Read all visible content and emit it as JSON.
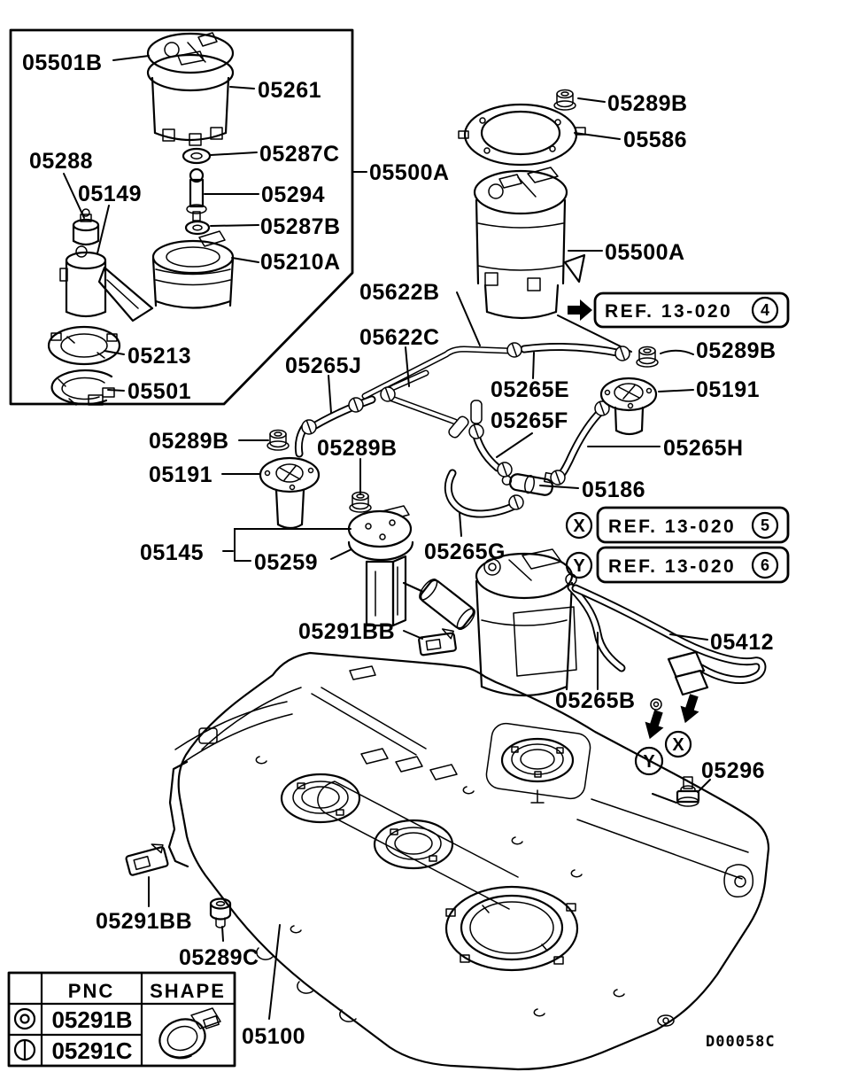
{
  "diagram_code": "D00058C",
  "colors": {
    "line": "#000000",
    "background": "#ffffff"
  },
  "labels": [
    {
      "id": "05501B",
      "text": "05501B"
    },
    {
      "id": "05261",
      "text": "05261"
    },
    {
      "id": "05287C",
      "text": "05287C"
    },
    {
      "id": "05288",
      "text": "05288"
    },
    {
      "id": "05149",
      "text": "05149"
    },
    {
      "id": "05294",
      "text": "05294"
    },
    {
      "id": "05287B",
      "text": "05287B"
    },
    {
      "id": "05210A",
      "text": "05210A"
    },
    {
      "id": "05213",
      "text": "05213"
    },
    {
      "id": "05501",
      "text": "05501"
    },
    {
      "id": "05500A-inset",
      "text": "05500A"
    },
    {
      "id": "05289B-top",
      "text": "05289B"
    },
    {
      "id": "05586",
      "text": "05586"
    },
    {
      "id": "05500A",
      "text": "05500A"
    },
    {
      "id": "05289B-right",
      "text": "05289B"
    },
    {
      "id": "05191-right",
      "text": "05191"
    },
    {
      "id": "05265H",
      "text": "05265H"
    },
    {
      "id": "05622B",
      "text": "05622B"
    },
    {
      "id": "05622C",
      "text": "05622C"
    },
    {
      "id": "05265J",
      "text": "05265J"
    },
    {
      "id": "05265E",
      "text": "05265E"
    },
    {
      "id": "05265F",
      "text": "05265F"
    },
    {
      "id": "05289B-midleft",
      "text": "05289B"
    },
    {
      "id": "05289B-center",
      "text": "05289B"
    },
    {
      "id": "05191-left",
      "text": "05191"
    },
    {
      "id": "05186",
      "text": "05186"
    },
    {
      "id": "05265G",
      "text": "05265G"
    },
    {
      "id": "05145",
      "text": "05145"
    },
    {
      "id": "05259",
      "text": "05259"
    },
    {
      "id": "05291BB-upper",
      "text": "05291BB"
    },
    {
      "id": "05412",
      "text": "05412"
    },
    {
      "id": "05265B",
      "text": "05265B"
    },
    {
      "id": "05296",
      "text": "05296"
    },
    {
      "id": "05291BB-lower",
      "text": "05291BB"
    },
    {
      "id": "05289C",
      "text": "05289C"
    },
    {
      "id": "05100",
      "text": "05100"
    }
  ],
  "ref_boxes": [
    {
      "marker": "",
      "label": "REF. 13-020",
      "num": "4"
    },
    {
      "marker": "X",
      "label": "REF. 13-020",
      "num": "5"
    },
    {
      "marker": "Y",
      "label": "REF. 13-020",
      "num": "6"
    }
  ],
  "location_markers": {
    "x": "X",
    "y": "Y"
  },
  "icons": {
    "ref_arrow": "black-right-arrow",
    "locator_arrow": "black-down-arrow",
    "nut": "hex-nut",
    "clip": "hose-clip-ring",
    "row1_symbol": "double-circle",
    "row2_symbol": "circle-with-bar"
  },
  "table": {
    "headers": {
      "pnc": "PNC",
      "shape": "SHAPE"
    },
    "rows": [
      {
        "symbol": "double-circle",
        "pnc": "05291B"
      },
      {
        "symbol": "circle-with-bar",
        "pnc": "05291C"
      }
    ]
  }
}
